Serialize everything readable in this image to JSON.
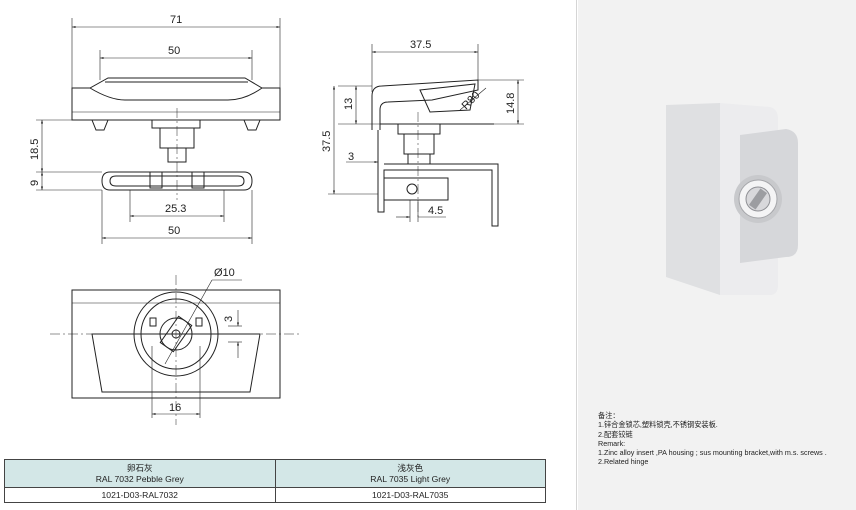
{
  "drawing": {
    "front": {
      "top_width": "71",
      "body_width": "50",
      "height": "18.5",
      "bracket_height": "9",
      "slot_width": "25.3",
      "bracket_width": "50"
    },
    "side": {
      "width": "37.5",
      "upper_height": "13",
      "total_height": "37.5",
      "right_height": "14.8",
      "radius": "R80",
      "gap": "3",
      "offset": "4.5"
    },
    "bottom": {
      "diameter": "Ø10",
      "slot": "3",
      "width": "16"
    }
  },
  "remarks": {
    "title": "备注：",
    "cn_line1": "1.锌合金锁芯,塑料锁壳,不锈钢安装板.",
    "cn_line2": "2.配套铰链",
    "en_title": "Remark:",
    "en_line1": "1.Zinc alloy insert ,PA housing ; sus mounting bracket,with m.s. screws .",
    "en_line2": "2.Related hinge"
  },
  "table": {
    "col1_cn": "卵石灰",
    "col1_en": "RAL 7032 Pebble Grey",
    "col2_cn": "浅灰色",
    "col2_en": "RAL 7035 Light Grey",
    "code1": "1021-D03-RAL7032",
    "code2": "1021-D03-RAL7035"
  },
  "colors": {
    "table_header": "#d3e7e7",
    "photo_panel": "#f2f2f2"
  }
}
